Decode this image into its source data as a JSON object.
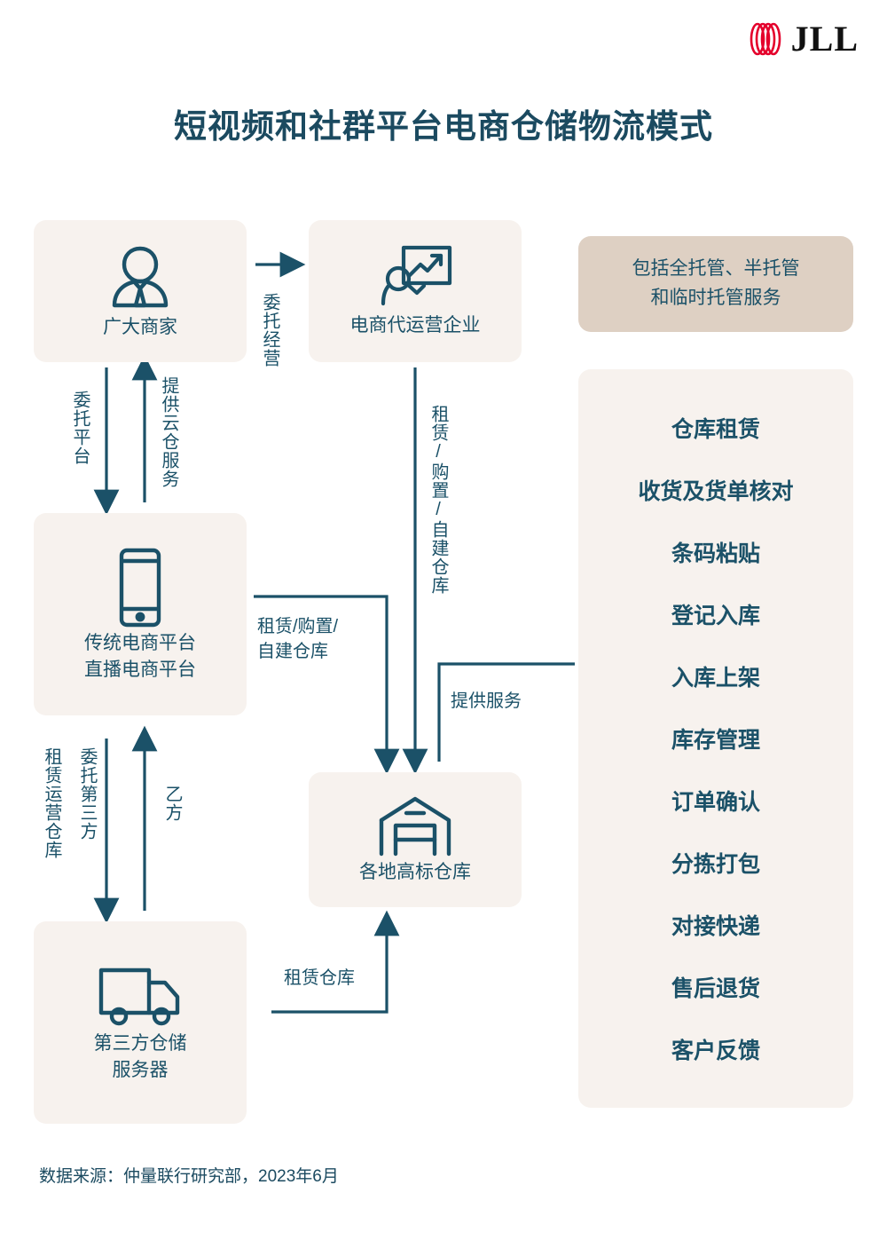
{
  "brand": {
    "name": "JLL",
    "logo_icon": "jll-logo-icon",
    "red": "#e4002b"
  },
  "title": "短视频和社群平台电商仓储物流模式",
  "colors": {
    "ink": "#1b5168",
    "box_bg": "#f7f2ee",
    "accent_bg": "#ded0c3",
    "page_bg": "#ffffff"
  },
  "nodes": {
    "merchants": {
      "label": "广大商家",
      "icon": "businessperson-icon"
    },
    "agency": {
      "label": "电商代运营企业",
      "icon": "person-chart-icon"
    },
    "platform": {
      "line1": "传统电商平台",
      "line2": "直播电商平台",
      "icon": "smartphone-icon"
    },
    "third_party": {
      "line1": "第三方仓储",
      "line2": "服务器",
      "icon": "truck-icon"
    },
    "warehouse": {
      "label": "各地高标仓库",
      "icon": "warehouse-icon"
    }
  },
  "connectors": {
    "entrust_operation": "委托经营",
    "entrust_platform": "委托平台",
    "provide_cloud_warehouse": "提供云仓服务",
    "lease_buy_build_vertical": "租赁/购置/自建仓库",
    "lease_buy_build_horizontal": "租赁/购置/\n自建仓库",
    "provide_service": "提供服务",
    "lease_operate_warehouse": "租赁运营仓库",
    "entrust_third_party": "委托第三方",
    "party_b": "乙方",
    "lease_warehouse": "租赁仓库"
  },
  "custody_note": {
    "line1": "包括全托管、半托管",
    "line2": "和临时托管服务"
  },
  "services": [
    "仓库租赁",
    "收货及货单核对",
    "条码粘贴",
    "登记入库",
    "入库上架",
    "库存管理",
    "订单确认",
    "分拣打包",
    "对接快递",
    "售后退货",
    "客户反馈"
  ],
  "footer": "数据来源：仲量联行研究部，2023年6月"
}
